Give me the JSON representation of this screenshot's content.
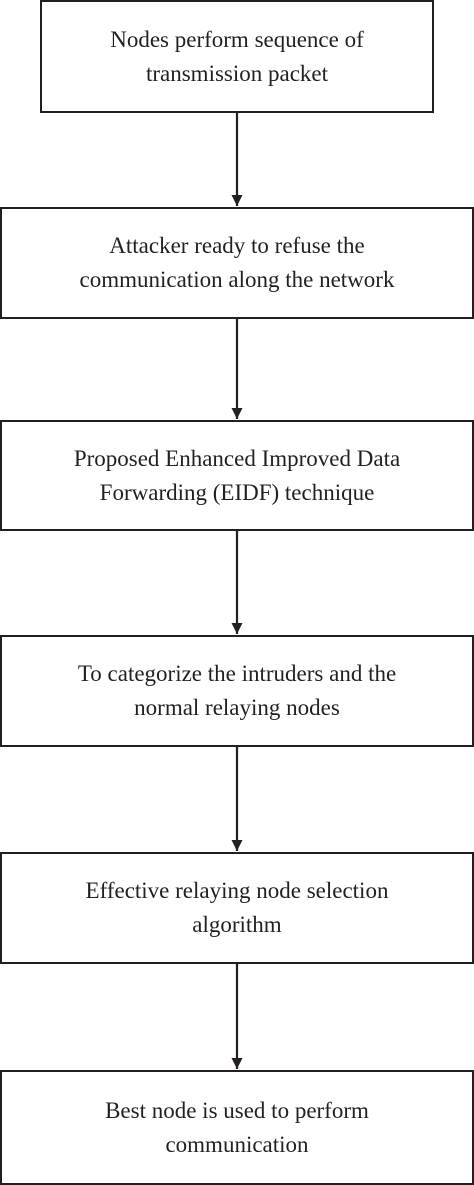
{
  "flowchart": {
    "steps": [
      {
        "text": "Nodes perform sequence of\ntransmission packet"
      },
      {
        "text": "Attacker ready to refuse the\ncommunication along the network"
      },
      {
        "text": "Proposed Enhanced Improved Data\nForwarding (EIDF) technique"
      },
      {
        "text": "To categorize the intruders and the\nnormal relaying nodes"
      },
      {
        "text": "Effective relaying node selection\nalgorithm"
      },
      {
        "text": "Best node is used to perform\ncommunication"
      }
    ],
    "connector_color": "#231f20"
  }
}
